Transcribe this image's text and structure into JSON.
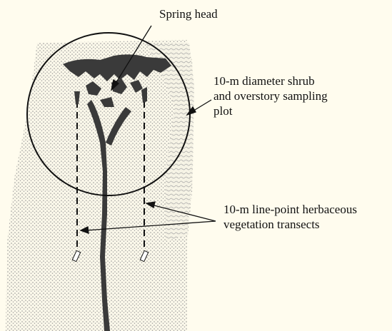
{
  "labels": {
    "spring_head": "Spring head",
    "sampling_plot": [
      "10-m diameter shrub",
      "and overstory sampling",
      "plot"
    ],
    "transects": [
      "10-m line-point herbaceous",
      "vegetation transects"
    ]
  },
  "colors": {
    "background": "#fffcee",
    "stipple": "#8f8f8f",
    "channel": "#3a3a3a",
    "line": "#111111"
  }
}
